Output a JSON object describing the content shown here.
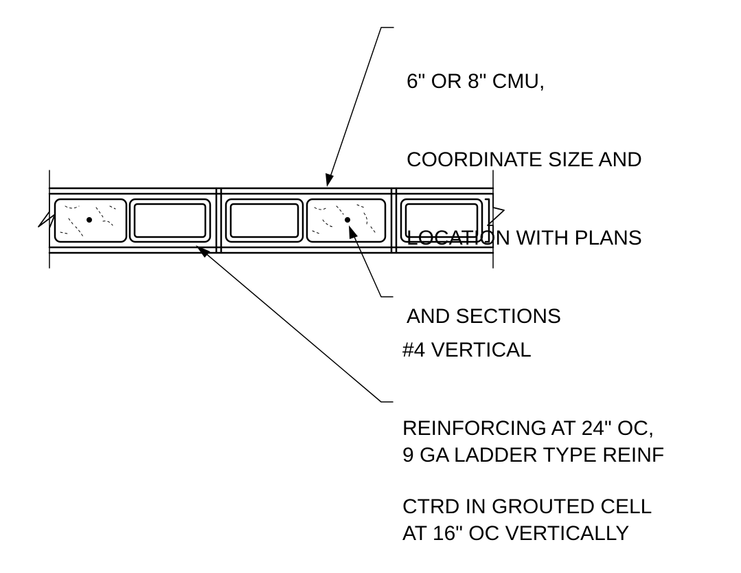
{
  "notes": {
    "cmu": {
      "line1": "6\" OR 8\" CMU,",
      "line2": "COORDINATE SIZE AND",
      "line3": "LOCATION WITH PLANS",
      "line4": "AND SECTIONS"
    },
    "rebar": {
      "line1": "#4 VERTICAL",
      "line2": "REINFORCING AT 24\" OC,",
      "line3": "CTRD IN GROUTED CELL"
    },
    "ladder": {
      "line1": "9 GA LADDER TYPE REINF",
      "line2": "AT 16\" OC VERTICALLY"
    }
  }
}
